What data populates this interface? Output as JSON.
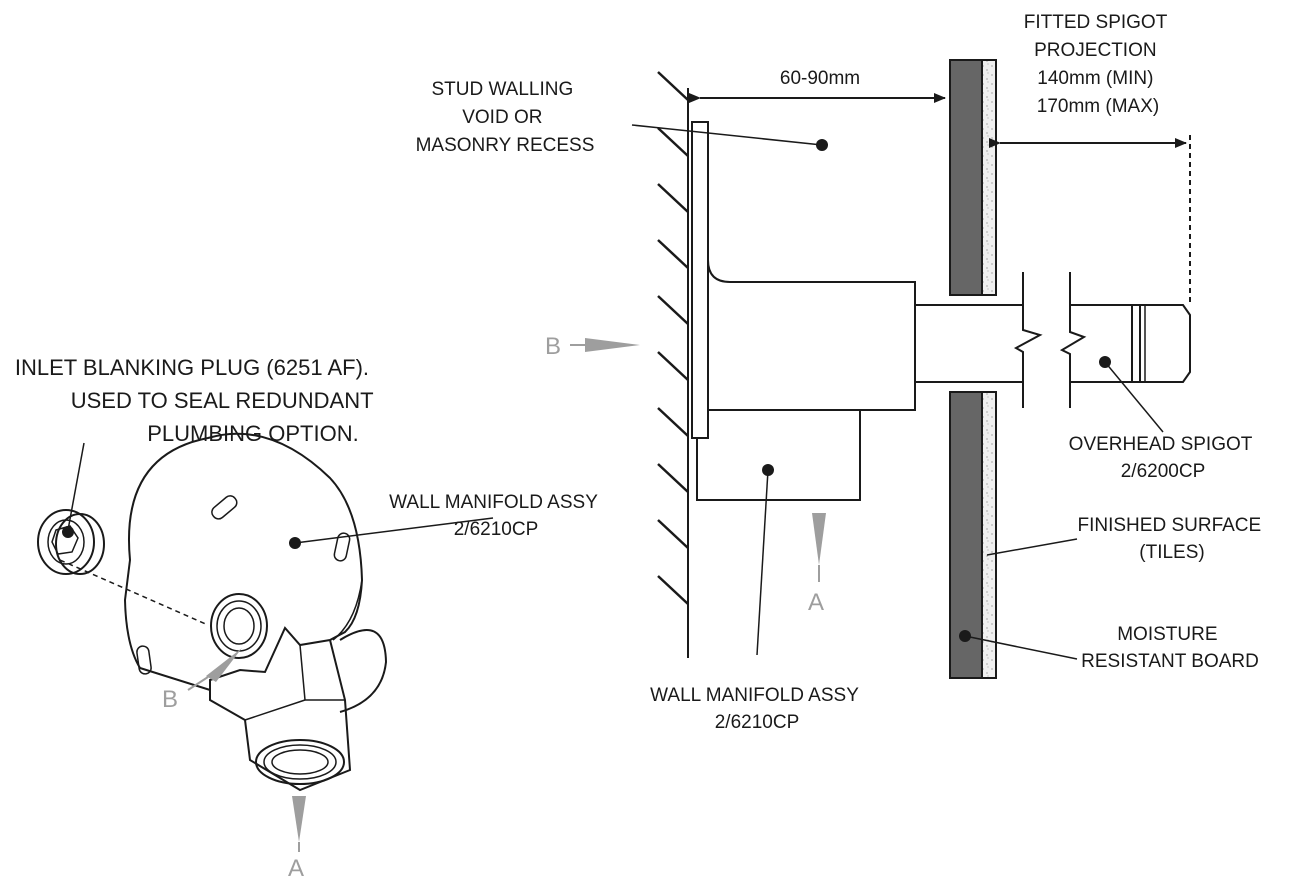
{
  "labels": {
    "stud_walling": [
      "STUD WALLING",
      "VOID OR",
      "MASONRY RECESS"
    ],
    "gap_dimension": "60-90mm",
    "fitted_spigot": [
      "FITTED SPIGOT",
      "PROJECTION",
      "140mm (MIN)",
      "170mm (MAX)"
    ],
    "inlet_plug": [
      "INLET BLANKING PLUG  (6251 AF).",
      "USED TO SEAL REDUNDANT",
      "PLUMBING OPTION."
    ],
    "wall_manifold_iso": [
      "WALL MANIFOLD ASSY",
      "2/6210CP"
    ],
    "wall_manifold_side": [
      "WALL MANIFOLD ASSY",
      "2/6210CP"
    ],
    "overhead_spigot": [
      "OVERHEAD SPIGOT",
      "2/6200CP"
    ],
    "finished_surface": [
      "FINISHED SURFACE",
      "(TILES)"
    ],
    "moisture_board": [
      "MOISTURE",
      "RESISTANT BOARD"
    ]
  },
  "view_markers": {
    "side_b": "B",
    "side_a": "A",
    "iso_b": "B",
    "iso_a": "A"
  },
  "colors": {
    "line": "#1a1a1a",
    "board": "#666666",
    "tile": "#f0f0f0",
    "marker": "#9e9e9e"
  }
}
